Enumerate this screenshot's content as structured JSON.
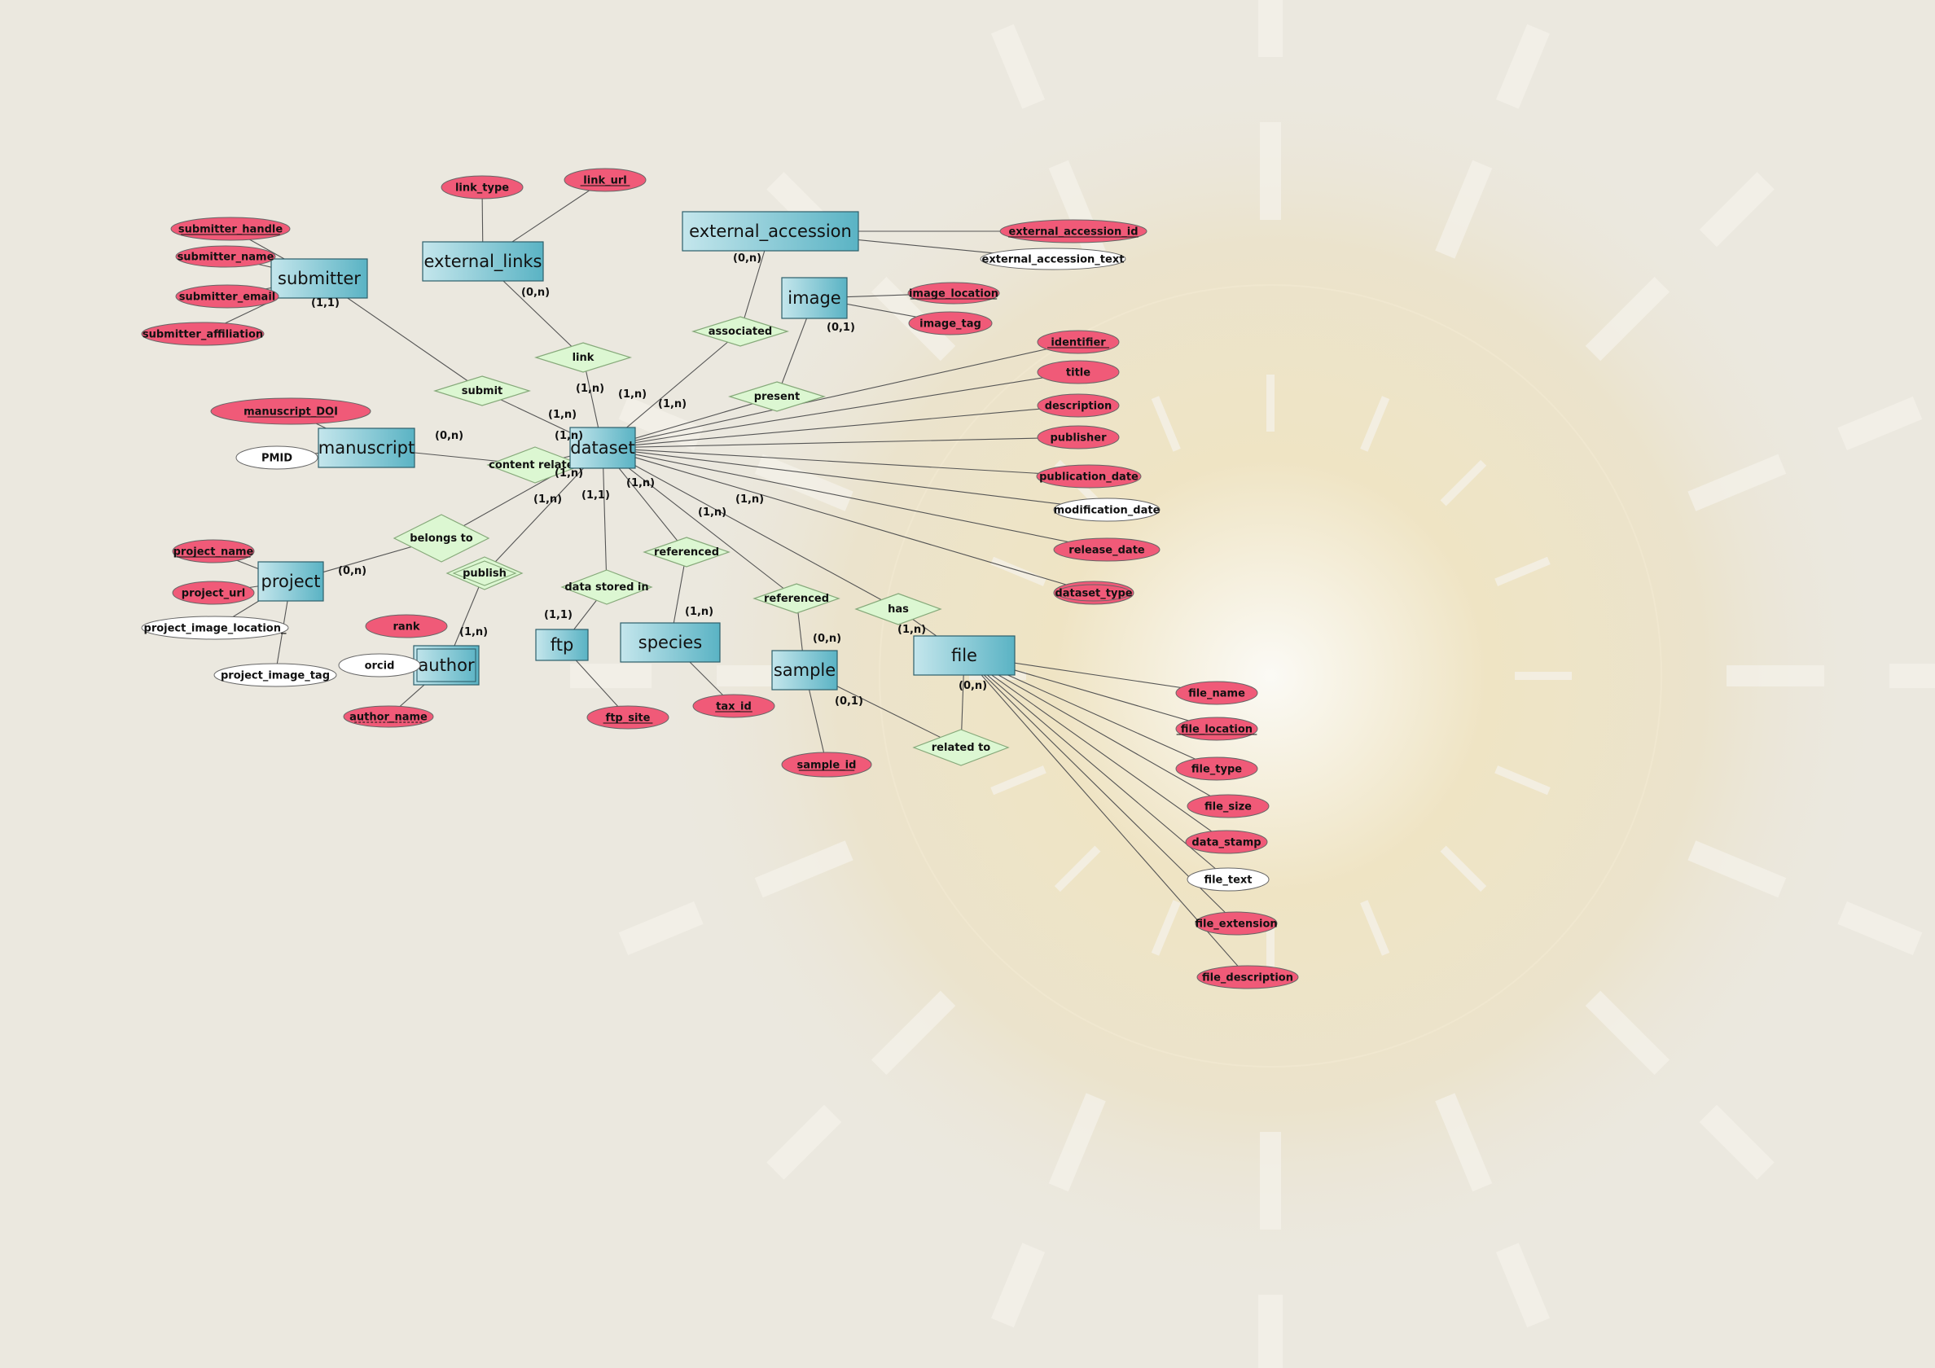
{
  "entities": [
    {
      "id": "submitter",
      "label": "submitter"
    },
    {
      "id": "external_links",
      "label": "external_links"
    },
    {
      "id": "external_accession",
      "label": "external_accession"
    },
    {
      "id": "image",
      "label": "image"
    },
    {
      "id": "manuscript",
      "label": "manuscript"
    },
    {
      "id": "dataset",
      "label": "dataset"
    },
    {
      "id": "project",
      "label": "project"
    },
    {
      "id": "author",
      "label": "author",
      "weak": true
    },
    {
      "id": "ftp",
      "label": "ftp"
    },
    {
      "id": "species",
      "label": "species"
    },
    {
      "id": "sample",
      "label": "sample"
    },
    {
      "id": "file",
      "label": "file"
    }
  ],
  "relationships": [
    {
      "id": "submit",
      "label": "submit"
    },
    {
      "id": "link",
      "label": "link"
    },
    {
      "id": "associated",
      "label": "associated"
    },
    {
      "id": "present",
      "label": "present"
    },
    {
      "id": "content_related",
      "label": "content related"
    },
    {
      "id": "belongs_to",
      "label": "belongs to"
    },
    {
      "id": "publish",
      "label": "publish",
      "identifying": true
    },
    {
      "id": "data_stored_in",
      "label": "data stored in"
    },
    {
      "id": "referenced_species",
      "label": "referenced"
    },
    {
      "id": "referenced_sample",
      "label": "referenced"
    },
    {
      "id": "has",
      "label": "has"
    },
    {
      "id": "related_to",
      "label": "related to"
    }
  ],
  "attributes": [
    {
      "id": "submitter_handle",
      "label": "submitter_handle",
      "key": true,
      "required": true
    },
    {
      "id": "submitter_name",
      "label": "submitter_name",
      "required": true
    },
    {
      "id": "submitter_email",
      "label": "submitter_email",
      "required": true
    },
    {
      "id": "submitter_affiliation",
      "label": "submitter_affiliation",
      "required": true
    },
    {
      "id": "link_type",
      "label": "link_type",
      "required": true
    },
    {
      "id": "link_url",
      "label": "link_url",
      "key": true,
      "required": true
    },
    {
      "id": "external_accession_id",
      "label": "external_accession_id",
      "key": true,
      "required": true
    },
    {
      "id": "external_accession_text",
      "label": "external_accession_text",
      "required": false
    },
    {
      "id": "image_location",
      "label": "image_location",
      "key": true,
      "required": true
    },
    {
      "id": "image_tag",
      "label": "image_tag",
      "required": true
    },
    {
      "id": "manuscript_DOI",
      "label": "manuscript_DOI",
      "key": true,
      "required": true
    },
    {
      "id": "PMID",
      "label": "PMID",
      "required": false
    },
    {
      "id": "identifier",
      "label": "identifier",
      "key": true,
      "required": true
    },
    {
      "id": "title",
      "label": "title",
      "required": true
    },
    {
      "id": "description",
      "label": "description",
      "required": true
    },
    {
      "id": "publisher",
      "label": "publisher",
      "required": true
    },
    {
      "id": "publication_date",
      "label": "publication_date",
      "required": true
    },
    {
      "id": "modification_date",
      "label": "modification_date",
      "required": false
    },
    {
      "id": "release_date",
      "label": "release_date",
      "required": true
    },
    {
      "id": "dataset_type",
      "label": "dataset_type",
      "required": true,
      "multivalued": true
    },
    {
      "id": "project_name",
      "label": "project_name",
      "key": true,
      "required": true
    },
    {
      "id": "project_url",
      "label": "project_url",
      "required": true
    },
    {
      "id": "project_image_location_",
      "label": "project_image_location_",
      "required": false
    },
    {
      "id": "project_image_tag",
      "label": "project_image_tag",
      "required": false
    },
    {
      "id": "rank",
      "label": "rank",
      "required": true
    },
    {
      "id": "orcid",
      "label": "orcid",
      "required": false
    },
    {
      "id": "author_name",
      "label": "author_name",
      "key": true,
      "partial": true,
      "required": true
    },
    {
      "id": "ftp_site",
      "label": "ftp_site",
      "key": true,
      "required": true
    },
    {
      "id": "tax_id",
      "label": "tax_id",
      "key": true,
      "required": true
    },
    {
      "id": "sample_id",
      "label": "sample_id",
      "key": true,
      "required": true
    },
    {
      "id": "file_name",
      "label": "file_name",
      "required": true
    },
    {
      "id": "file_location",
      "label": "file_location",
      "key": true,
      "required": true
    },
    {
      "id": "file_type",
      "label": "file_type",
      "required": true
    },
    {
      "id": "file_size",
      "label": "file_size",
      "required": true
    },
    {
      "id": "data_stamp",
      "label": "data_stamp",
      "required": true
    },
    {
      "id": "file_text",
      "label": "file_text",
      "required": false
    },
    {
      "id": "file_extension",
      "label": "file_extension",
      "required": true
    },
    {
      "id": "file_description",
      "label": "file_description",
      "required": true
    }
  ],
  "cardinalities": [
    {
      "id": "submitter_submit",
      "label": "(1,1)"
    },
    {
      "id": "dataset_submit",
      "label": "(1,n)"
    },
    {
      "id": "external_links_link",
      "label": "(0,n)"
    },
    {
      "id": "dataset_link",
      "label": "(1,n)"
    },
    {
      "id": "external_accession_associated",
      "label": "(0,n)"
    },
    {
      "id": "dataset_associated",
      "label": "(1,n)"
    },
    {
      "id": "image_present",
      "label": "(0,1)"
    },
    {
      "id": "dataset_present",
      "label": "(1,n)"
    },
    {
      "id": "manuscript_content",
      "label": "(0,n)"
    },
    {
      "id": "dataset_content",
      "label": "(1,n)"
    },
    {
      "id": "dataset_belongs",
      "label": "(1,n)"
    },
    {
      "id": "project_belongs",
      "label": "(0,n)"
    },
    {
      "id": "dataset_publish",
      "label": "(1,n)"
    },
    {
      "id": "author_publish",
      "label": "(1,n)"
    },
    {
      "id": "dataset_stored",
      "label": "(1,1)"
    },
    {
      "id": "ftp_stored",
      "label": "(1,1)"
    },
    {
      "id": "dataset_ref_species",
      "label": "(1,n)"
    },
    {
      "id": "species_ref",
      "label": "(1,n)"
    },
    {
      "id": "dataset_ref_sample",
      "label": "(1,n)"
    },
    {
      "id": "sample_ref",
      "label": "(0,n)"
    },
    {
      "id": "dataset_has",
      "label": "(1,n)"
    },
    {
      "id": "file_has",
      "label": "(1,n)"
    },
    {
      "id": "sample_related",
      "label": "(0,1)"
    },
    {
      "id": "file_related",
      "label": "(0,n)"
    }
  ],
  "colors": {
    "background": "#ebe8df",
    "entity_fill_light": "#bfe3ea",
    "entity_fill_dark": "#58b2c4",
    "entity_stroke": "#2d5f6b",
    "attribute_required": "#f05a78",
    "attribute_optional": "#ffffff",
    "relationship_fill": "#dcf7d2",
    "relationship_stroke": "#86a97a",
    "connector": "#555555"
  }
}
